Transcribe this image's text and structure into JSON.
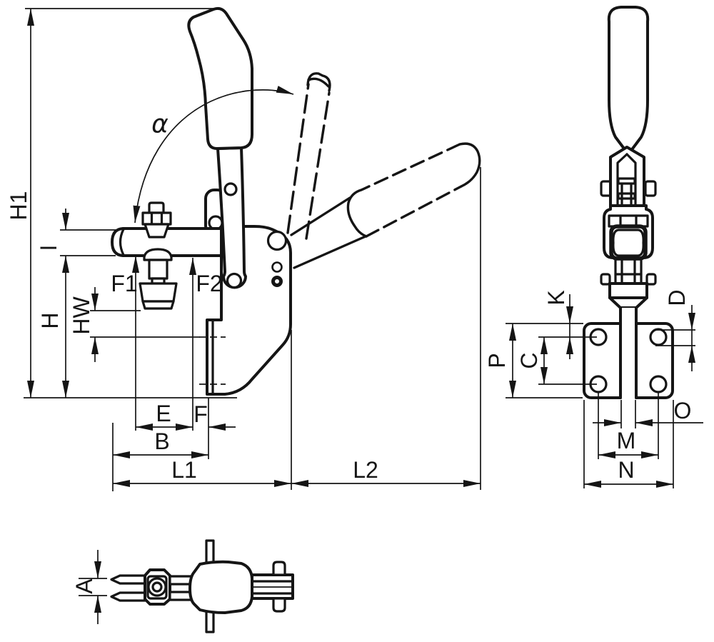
{
  "colors": {
    "ink": "#151515",
    "paper": "#ffffff"
  },
  "views": {
    "side": {
      "labels": {
        "h1": "H1",
        "i": "I",
        "h": "H",
        "hw": "HW",
        "f1": "F1",
        "f2": "F2",
        "alpha": "α",
        "e": "E",
        "f": "F",
        "b": "B",
        "l1": "L1",
        "l2": "L2"
      }
    },
    "front": {
      "labels": {
        "k": "K",
        "d": "D",
        "p": "P",
        "c": "C",
        "o": "O",
        "m": "M",
        "n": "N"
      }
    },
    "top": {
      "labels": {
        "a": "A"
      }
    }
  }
}
